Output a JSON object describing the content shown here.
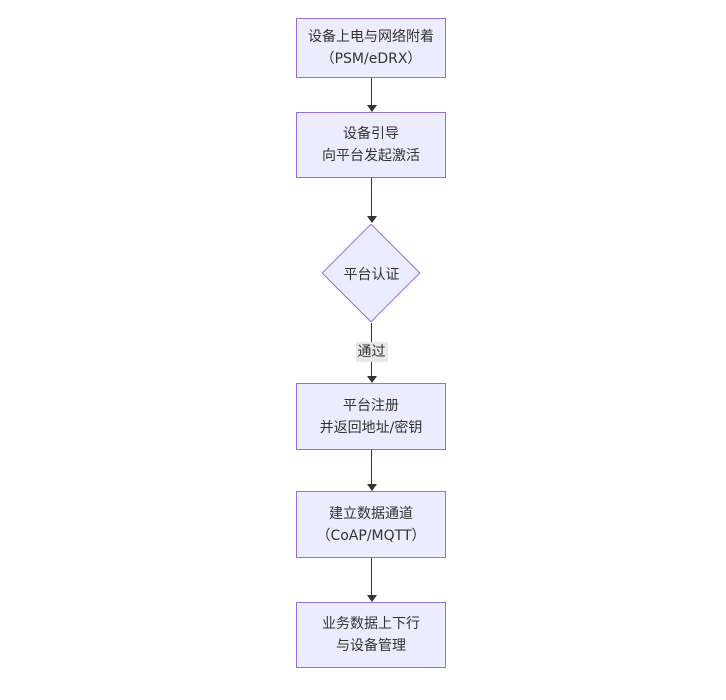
{
  "diagram": {
    "type": "flowchart-top-down",
    "colors": {
      "background": "#ffffff",
      "node_fill": "#ECECFF",
      "node_border": "#9370DB",
      "text": "#333333",
      "arrow": "#333333",
      "edge_label_bg": "#e8e8e8"
    },
    "nodes": {
      "power_attach": {
        "line1": "设备上电与网络附着",
        "line2": "（PSM/eDRX）"
      },
      "bootstrap": {
        "line1": "设备引导",
        "line2": "向平台发起激活"
      },
      "auth": {
        "label": "平台认证"
      },
      "register": {
        "line1": "平台注册",
        "line2": "并返回地址/密钥"
      },
      "channel": {
        "line1": "建立数据通道",
        "line2": "（CoAP/MQTT）"
      },
      "business": {
        "line1": "业务数据上下行",
        "line2": "与设备管理"
      }
    },
    "edges": {
      "pass_label": "通过"
    }
  }
}
